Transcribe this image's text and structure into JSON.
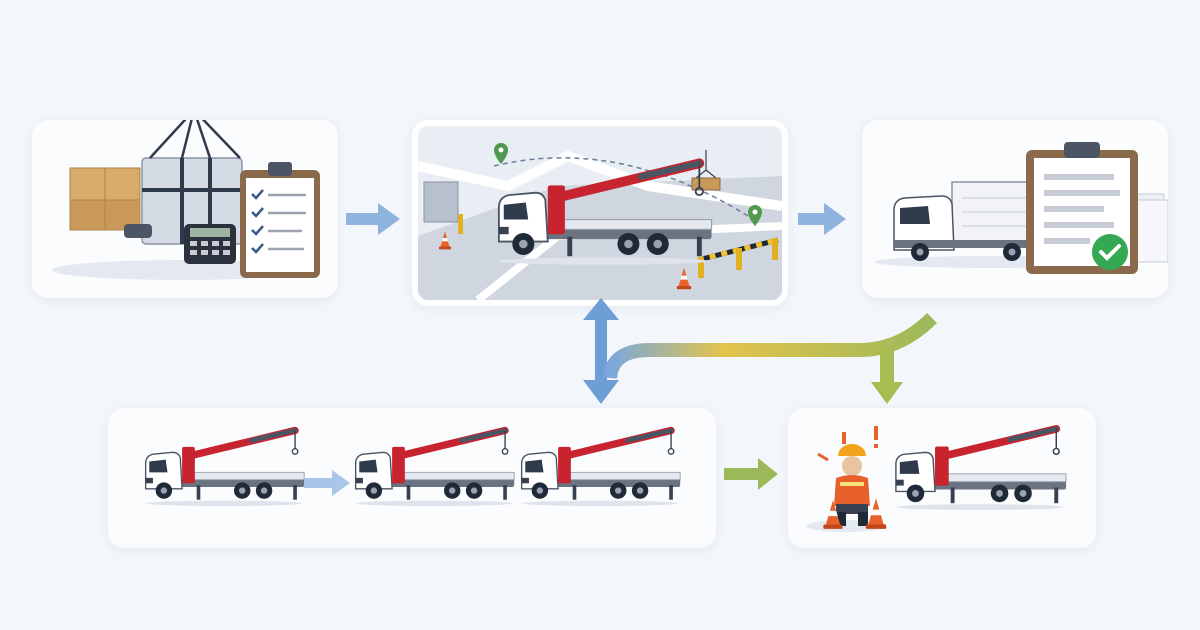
{
  "diagram": {
    "nodes": [
      {
        "id": "planning",
        "icons": [
          "crane-hook-icon",
          "cardboard-box-icon",
          "wrapped-load-icon",
          "calculator-icon",
          "checklist-clipboard-icon"
        ]
      },
      {
        "id": "route",
        "icons": [
          "crane-truck-icon",
          "map-pin-icon",
          "traffic-cone-icon",
          "barrier-icon",
          "suspended-load-icon"
        ]
      },
      {
        "id": "documentation",
        "icons": [
          "box-truck-icon",
          "clipboard-icon",
          "check-badge-icon"
        ]
      },
      {
        "id": "fleet",
        "icons": [
          "crane-truck-icon",
          "crane-truck-icon",
          "crane-truck-icon"
        ]
      },
      {
        "id": "safety",
        "icons": [
          "worker-icon",
          "warning-icon",
          "traffic-cone-icon",
          "crane-truck-icon"
        ]
      }
    ],
    "edges": [
      {
        "from": "planning",
        "to": "route",
        "style": "arrow"
      },
      {
        "from": "route",
        "to": "documentation",
        "style": "arrow"
      },
      {
        "from": "route",
        "to": "fleet",
        "style": "bidirectional"
      },
      {
        "from": "documentation",
        "to": "safety",
        "style": "curved-arrow"
      },
      {
        "from": "fleet",
        "to": "safety",
        "style": "arrow"
      }
    ],
    "colors": {
      "background": "#f3f6fb",
      "card": "#fbfcfe",
      "crane_red": "#c8242f",
      "arrow_blue": "#7aa8dc",
      "arrow_yellow": "#e3c34c",
      "arrow_green": "#8fb45a",
      "check_green": "#35a853",
      "box_brown": "#c9995a"
    }
  }
}
